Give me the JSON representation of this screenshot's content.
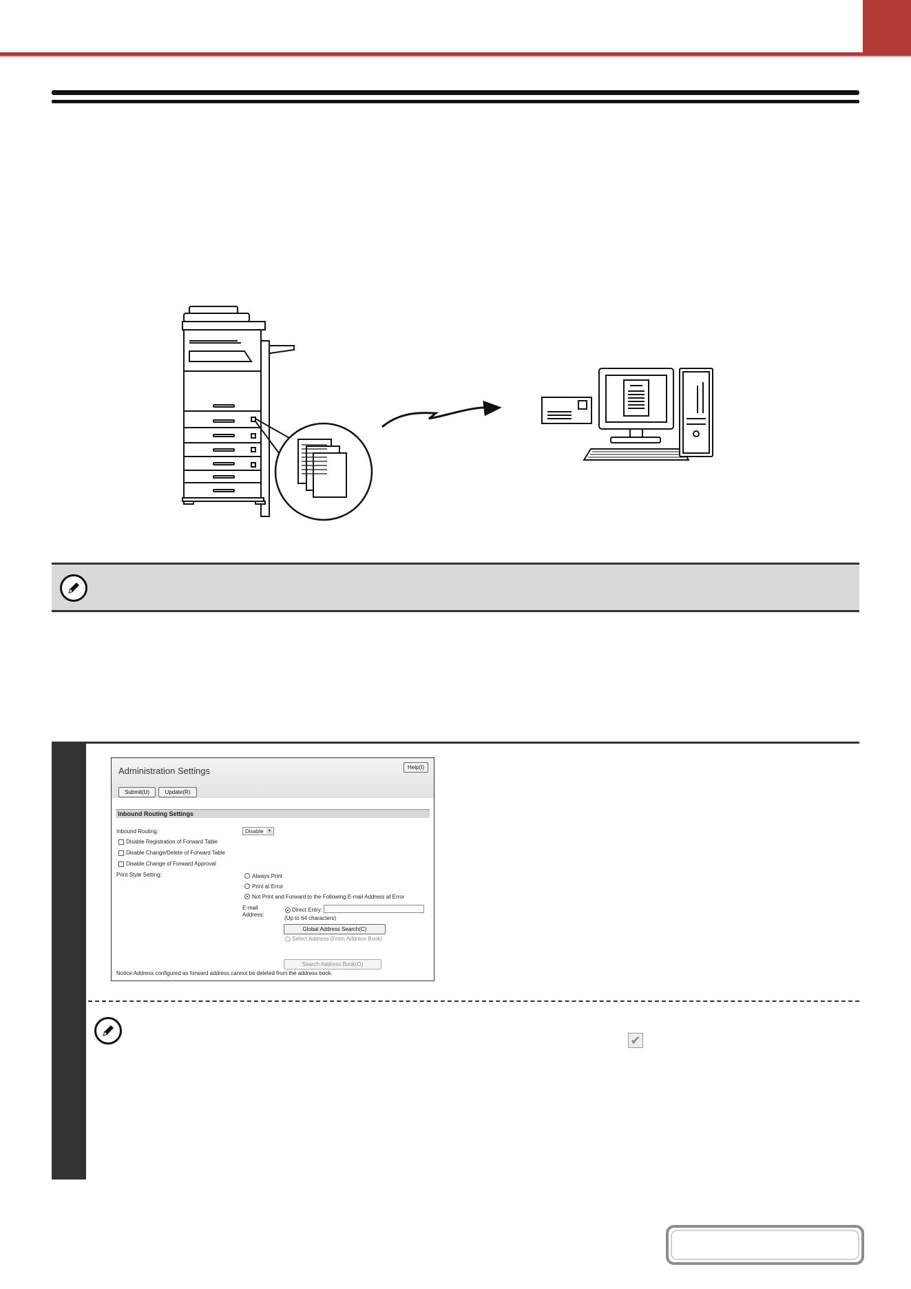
{
  "colors": {
    "accent": "#b23b36",
    "rule": "#111111",
    "note_bar": "#d9d9d9",
    "step_bar": "#333333"
  },
  "icons": {
    "note": "pencil-icon",
    "check": "checkbox-checked-icon"
  },
  "diagram": {
    "left": "mfp-machine-illustration",
    "middle": "arrow-icon",
    "right": "computer-with-email-illustration"
  },
  "admin": {
    "title": "Administration Settings",
    "help_label": "Help(I)",
    "submit_label": "Submit(U)",
    "update_label": "Update(R)",
    "section_title": "Inbound Routing Settings",
    "inbound_routing_label": "Inbound Routing:",
    "inbound_routing_value": "Disable",
    "checkboxes": [
      "Disable Registration of Forward Table",
      "Disable Change/Delete of Forward Table",
      "Disable Change of Forward Approval"
    ],
    "print_style_label": "Print Style Setting:",
    "print_options": [
      "Always Print",
      "Print at Error",
      "Not Print and Forward to the Following E-mail Address at Error"
    ],
    "email_label_1": "E-mail",
    "email_label_2": "Address:",
    "direct_entry_label": "Direct Entry:",
    "char_limit": "(Up to 64 characters)",
    "global_search_label": "Global Address Search(C)",
    "select_address_label": "Select Address (From Address Book)",
    "search_book_label": "Search Address Book(O)",
    "notice": "Notice:Address configured as forward address cannot be deleted from the address book."
  }
}
